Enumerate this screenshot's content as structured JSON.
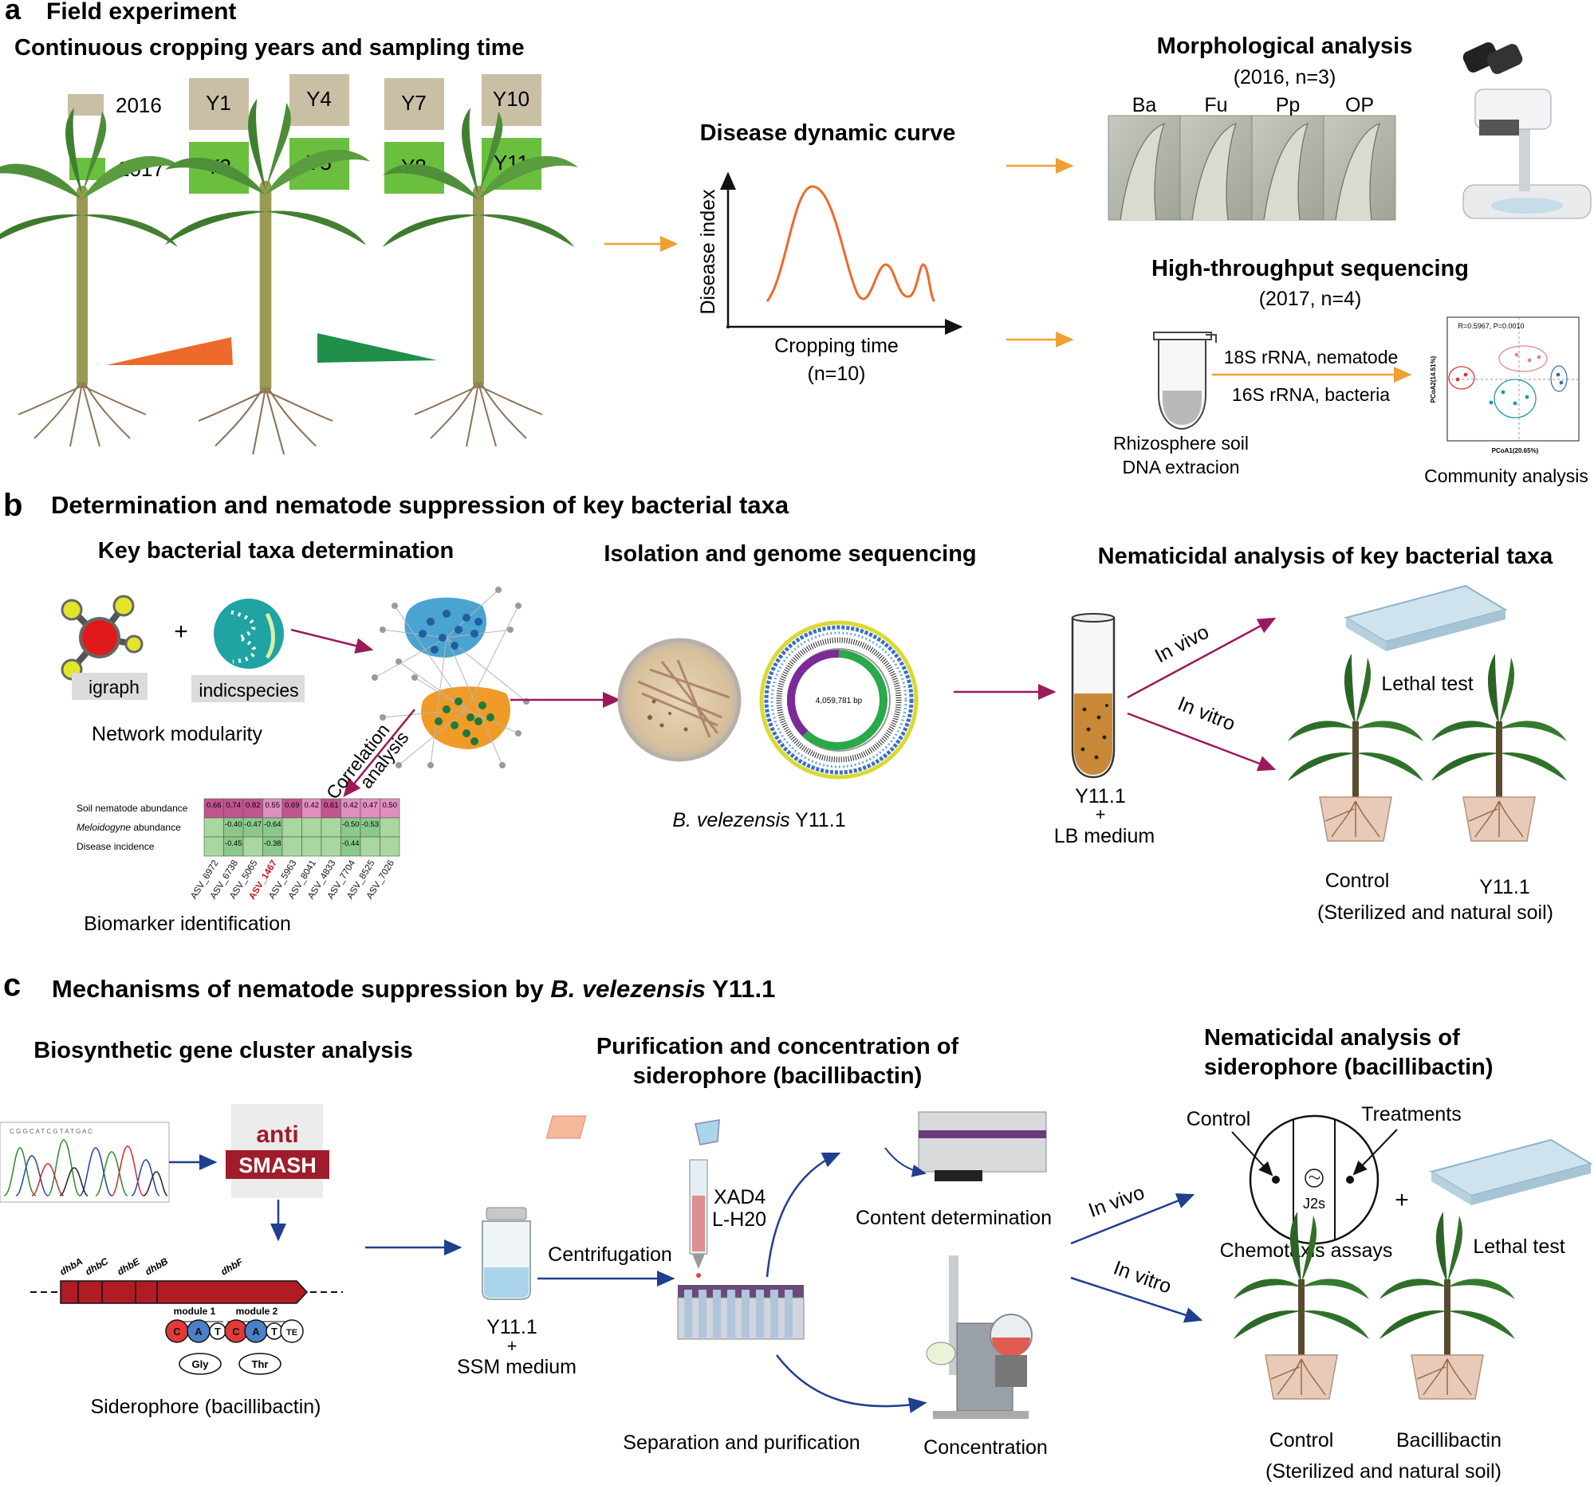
{
  "colors": {
    "y2016": "#c9bfa5",
    "y2017": "#6bbf3f",
    "arrow_orange": "#f0a030",
    "arrow_maroon": "#9b1a5a",
    "arrow_blue": "#1f3f8f",
    "curve": "#ee6a2a",
    "wedge_up": "#ee6a2a",
    "wedge_down": "#1f8f4a",
    "antismash": "#a11c2a"
  },
  "panel_a": {
    "letter": "a",
    "title": "Field experiment",
    "subtitle": "Continuous cropping years and sampling time",
    "years": [
      {
        "label": "2016",
        "boxes": [
          "Y1",
          "Y4",
          "Y7",
          "Y10"
        ]
      },
      {
        "label": "2017",
        "boxes": [
          "Y2",
          "Y5",
          "Y8",
          "Y11"
        ]
      }
    ],
    "curve": {
      "title": "Disease dynamic curve",
      "ylabel": "Disease index",
      "xlabel": "Cropping time",
      "note": "(n=10)"
    },
    "morph": {
      "title": "Morphological analysis",
      "note": "(2016, n=3)",
      "labels": [
        "Ba",
        "Fu",
        "Pp",
        "OP"
      ]
    },
    "seq": {
      "title": "High-throughput sequencing",
      "note": "(2017, n=4)",
      "arrow_top": "18S rRNA, nematode",
      "arrow_bottom": "16S rRNA, bacteria",
      "tube_label_1": "Rhizosphere soil",
      "tube_label_2": "DNA extracion",
      "pcoa_stat": "R=0.5967, P=0.0010",
      "pcoa_x": "PCoA1(20.65%)",
      "pcoa_y": "PCoA2(14.51%)",
      "community": "Community analysis"
    }
  },
  "panel_b": {
    "letter": "b",
    "title": "Determination  and nematode suppression of key bacterial taxa",
    "sub1": "Key bacterial taxa determination",
    "sub2": "Isolation and genome sequencing",
    "sub3": "Nematicidal analysis of key bacterial taxa",
    "plus": "+",
    "igraph": "igraph",
    "indicspecies": "indicspecies",
    "network": "Network modularity",
    "correlation": "Correlation",
    "analysis": "analysis",
    "biomarker": "Biomarker identification",
    "heatmap": {
      "rows": [
        "Soil nematode abundance",
        "Meloidogyne abundance",
        "Disease incidence"
      ],
      "cols": [
        "ASV_6972",
        "ASV_6738",
        "ASV_5065",
        "ASV_1467",
        "ASV_5963",
        "ASV_8041",
        "ASV_4833",
        "ASV_7704",
        "ASV_8525",
        "ASV_7026"
      ],
      "values": [
        [
          "0.66",
          "0.74",
          "0.82",
          "0.55",
          "0.69",
          "0.42",
          "0.61",
          "0.42",
          "0.47",
          "0.50"
        ],
        [
          "",
          "-0.40",
          "-0.47",
          "-0.64",
          "",
          "",
          "",
          "-0.50",
          "-0.53",
          ""
        ],
        [
          "",
          "-0.45",
          "",
          "-0.38",
          "",
          "",
          "",
          "-0.44",
          "",
          ""
        ]
      ]
    },
    "genome_bp": "4,059,781 bp",
    "strain_italic": "B. velezensis",
    "strain": " Y11.1",
    "tube_top": "Y11.1",
    "tube_plus": "+",
    "tube_bottom": "LB medium",
    "in_vivo": "In vivo",
    "in_vitro": "In vitro",
    "lethal": "Lethal test",
    "control": "Control",
    "treat": "Y11.1",
    "soil": "(Sterilized and natural soil)"
  },
  "panel_c": {
    "letter": "c",
    "title_pre": "Mechanisms of nematode suppression by ",
    "title_italic": "B. velezensis",
    "title_post": " Y11.1",
    "sub1": "Biosynthetic gene cluster analysis",
    "sub2_l1": "Purification and concentration of",
    "sub2_l2": "siderophore (bacillibactin)",
    "sub3_l1": "Nematicidal analysis of",
    "sub3_l2": "siderophore (bacillibactin)",
    "seq_letters": "C  G  G  C  A  T  C  G  T  A  T  G  A  C",
    "anti": "anti",
    "smash": "SMASH",
    "genes": [
      "dhbA",
      "dhbC",
      "dhbE",
      "dhbB",
      "dhbF"
    ],
    "module1": "module 1",
    "module2": "module 2",
    "domains": [
      "C",
      "A",
      "T",
      "C",
      "A",
      "T",
      "TE"
    ],
    "gly": "Gly",
    "thr": "Thr",
    "siderophore": "Siderophore (bacillibactin)",
    "jar_top": "Y11.1",
    "jar_plus": "+",
    "jar_bottom": "SSM medium",
    "centrifugation": "Centrifugation",
    "xad4": "XAD4",
    "lh20": "L-H20",
    "separation": "Separation and purification",
    "content": "Content determination",
    "concentration": "Concentration",
    "in_vivo": "In vivo",
    "in_vitro": "In vitro",
    "control_lbl": "Control",
    "treatments": "Treatments",
    "j2s": "J2s",
    "chemotaxis": "Chemotaxis assays",
    "plus": "+",
    "lethal": "Lethal test",
    "control": "Control",
    "treat": "Bacillibactin",
    "soil": "(Sterilized and natural soil)"
  }
}
